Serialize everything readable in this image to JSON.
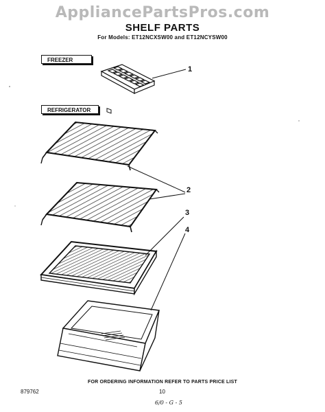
{
  "watermark": "AppliancePartsPros.com",
  "title": "SHELF PARTS",
  "subtitle": "For Models: ET12NCXSW00 and ET12NCYSW00",
  "sections": {
    "freezer": "FREEZER",
    "refrigerator": "REFRIGERATOR"
  },
  "callouts": [
    "1",
    "2",
    "3",
    "4"
  ],
  "parts": [
    {
      "ref": "1",
      "name": "ice-tray"
    },
    {
      "ref": "2",
      "name": "wire-shelf"
    },
    {
      "ref": "3",
      "name": "crisper-cover-grille"
    },
    {
      "ref": "4",
      "name": "crisper-pan"
    }
  ],
  "footer": {
    "note": "FOR ORDERING INFORMATION REFER TO PARTS PRICE LIST",
    "doc_number": "879762",
    "page_number": "10",
    "handwritten": "6/0 - G - 5"
  }
}
